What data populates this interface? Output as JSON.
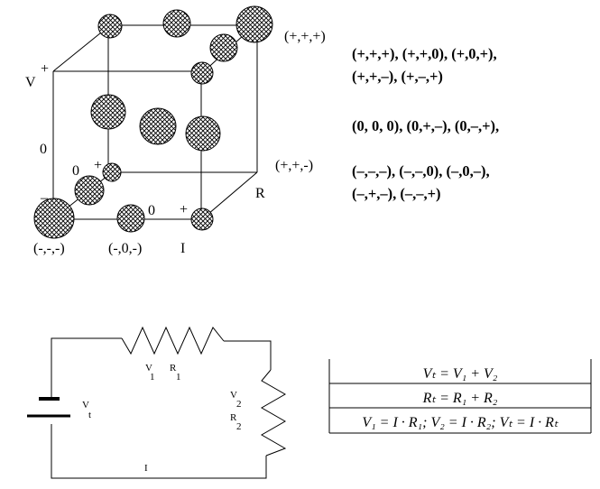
{
  "cube": {
    "axis_labels": {
      "v": "V",
      "v_plus": "+",
      "v_zero": "0",
      "v_minus": "–",
      "r": "R",
      "r_zero": "0",
      "r_plus": "+",
      "i": "I",
      "i_zero": "0",
      "i_plus": "+"
    },
    "corner_labels": [
      "(+,+,+)",
      "(+,+,-)",
      "(-,-,-)",
      "(-,0,-)"
    ]
  },
  "states": {
    "positive": [
      "(+,+,+), (+,+,0), (+,0,+),",
      "(+,+,–), (+,–,+)"
    ],
    "zero": [
      "(0, 0, 0), (0,+,–), (0,–,+),"
    ],
    "negative": [
      "(–,–,–), (–,–,0), (–,0,–),",
      "(–,+,–),  (–,–,+)"
    ]
  },
  "circuit": {
    "v1": "V",
    "v1_sub": "1",
    "r1": "R",
    "r1_sub": "1",
    "v2": "V",
    "v2_sub": "2",
    "r2": "R",
    "r2_sub": "2",
    "vt": "V",
    "vt_sub": "t",
    "i": "I"
  },
  "equations": [
    "Vₜ = V₁ + V₂",
    "Rₜ = R₁ + R₂",
    "V₁ = I · R₁; V₂ = I · R₂; Vₜ = I · Rₜ"
  ]
}
